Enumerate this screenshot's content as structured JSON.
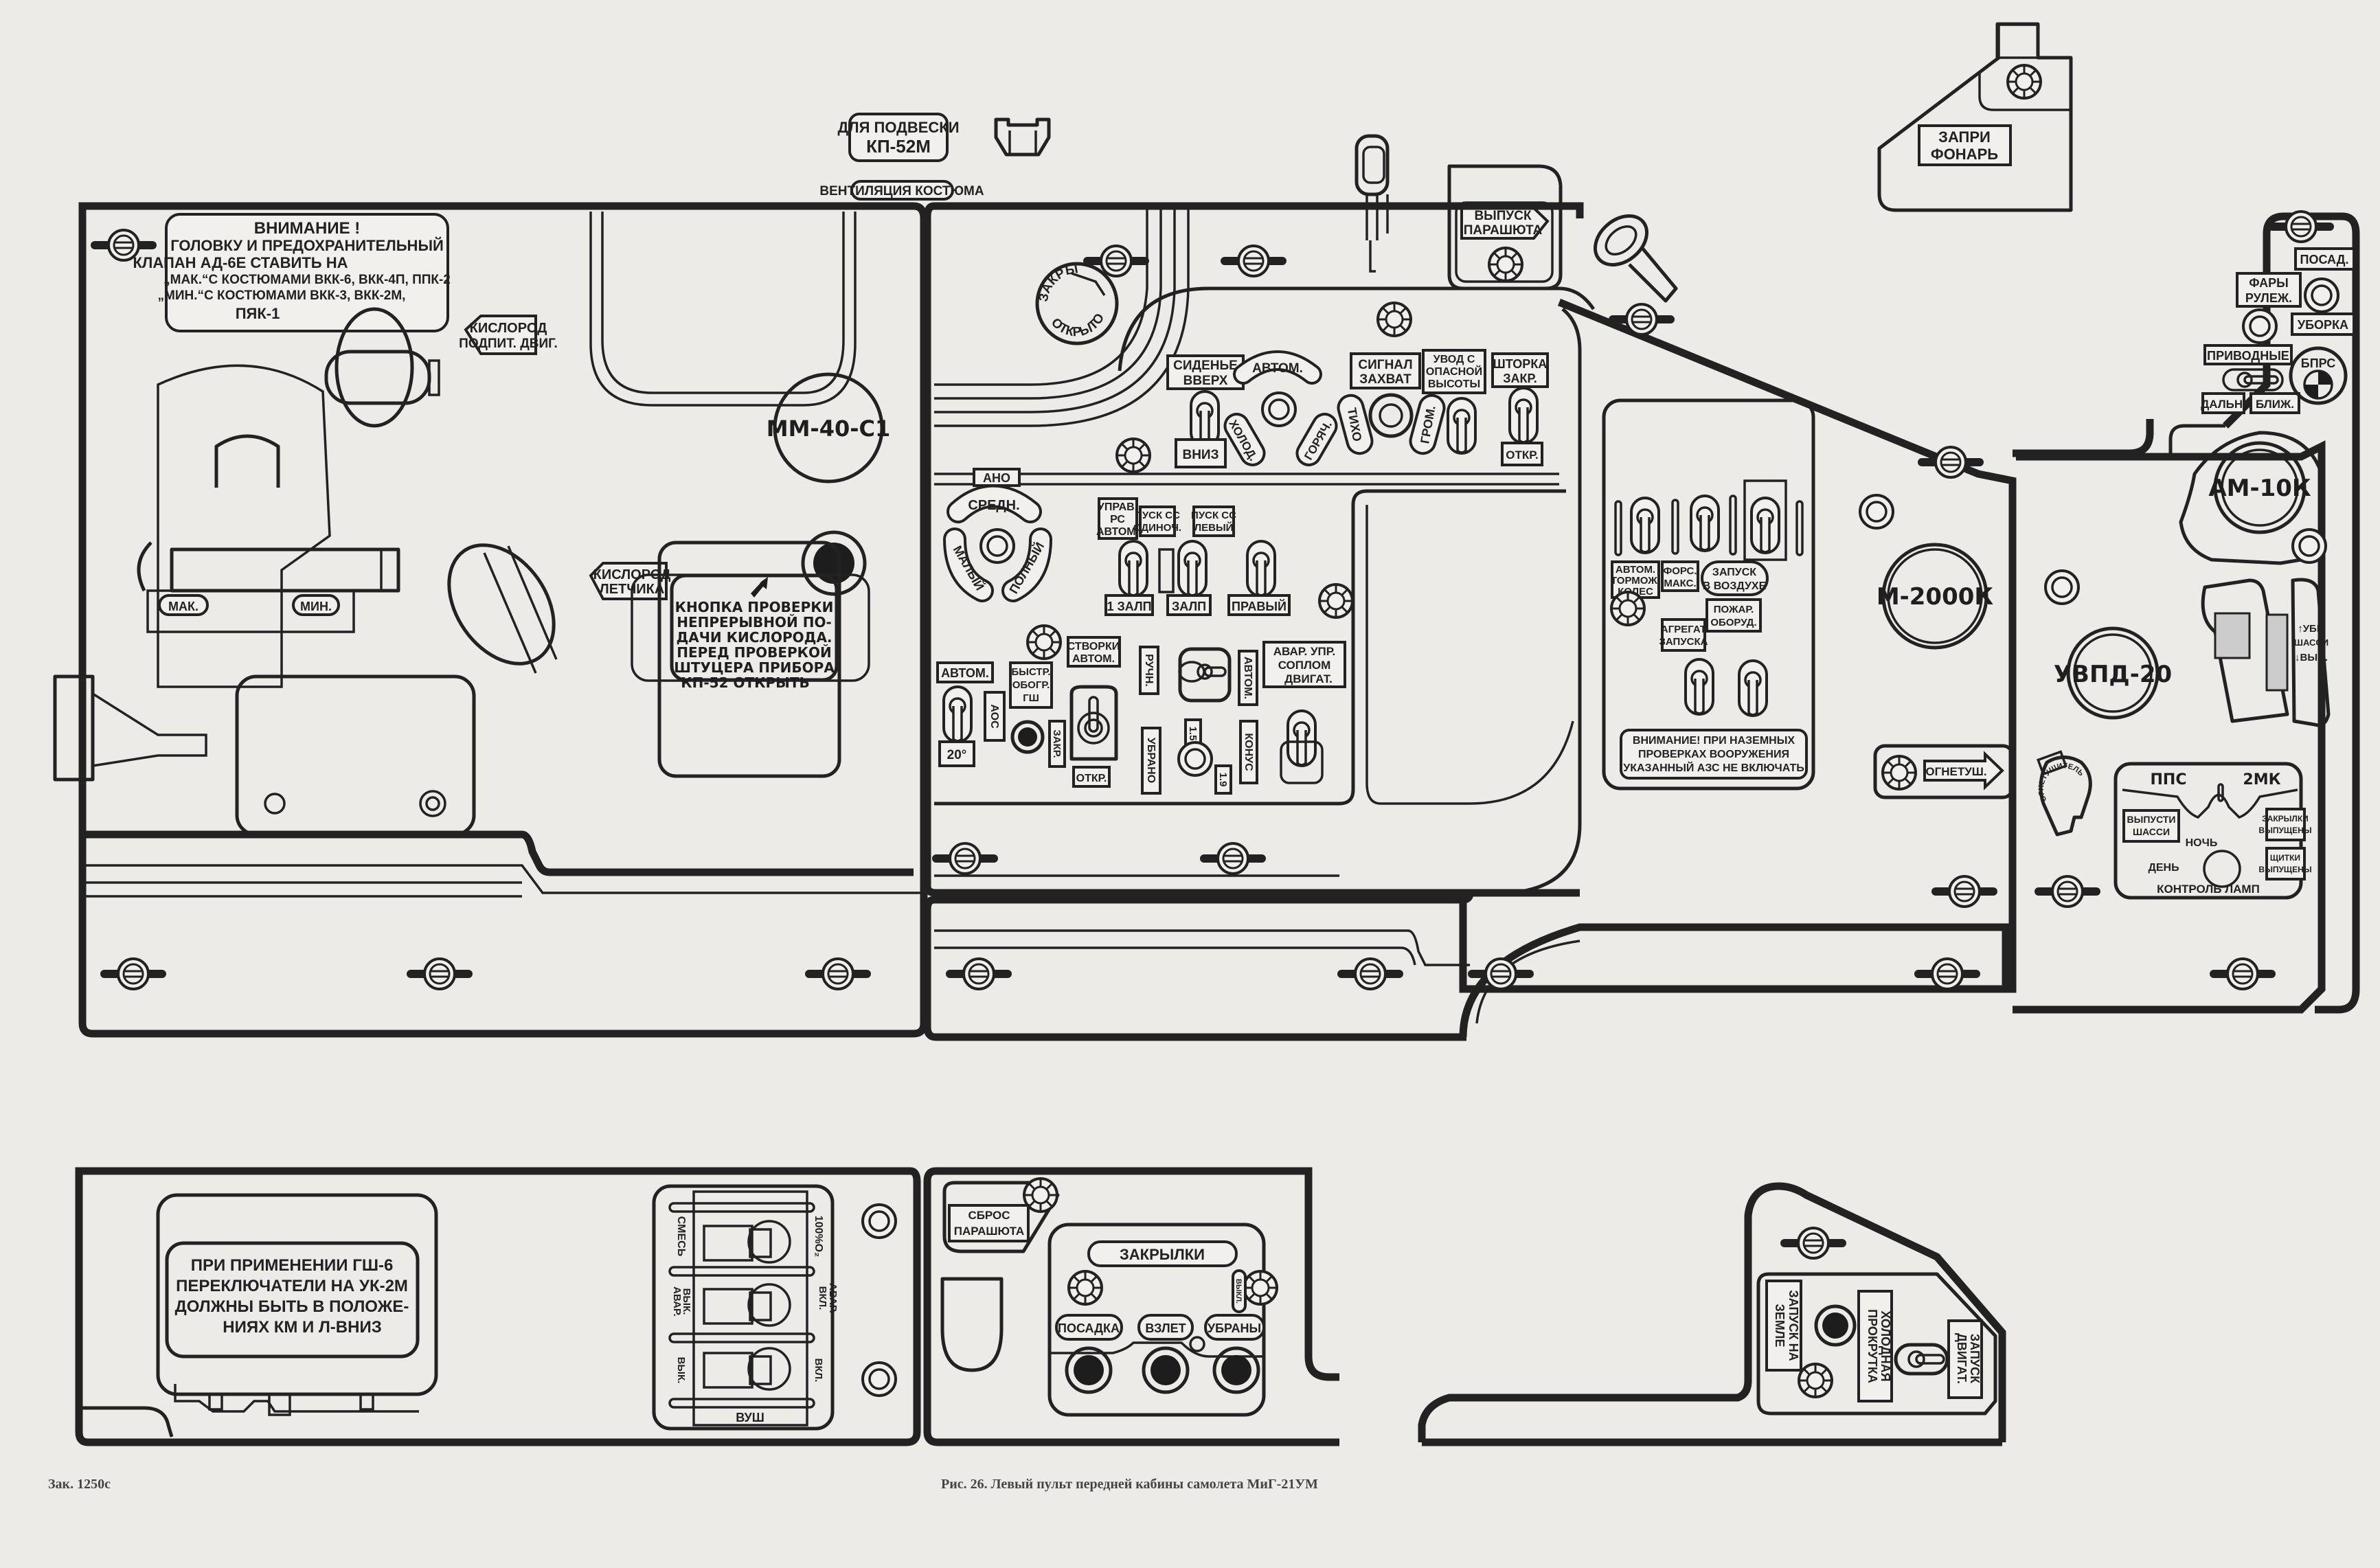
{
  "caption": {
    "figure": "Рис. 26. Левый пульт передней кабины самолета МиГ-21УМ",
    "order": "Зак. 1250с"
  },
  "top_labels": {
    "kp_mount": [
      "ДЛЯ ПОДВЕСКИ",
      "КП-52М"
    ],
    "suit_vent": "ВЕНТИЛЯЦИЯ КОСТЮМА",
    "canopy_lock": [
      "ЗАПРИ",
      "ФОНАРЬ"
    ],
    "chute_release": [
      "ВЫПУСК",
      "ПАРАШЮТА"
    ]
  },
  "left_panel": {
    "warning": {
      "title": "ВНИМАНИЕ !",
      "lines": [
        "ГОЛОВКУ И ПРЕДОХРАНИТЕЛЬНЫЙ",
        "КЛАПАН АД-6Е СТАВИТЬ НА",
        "„МАК.“С КОСТЮМАМИ ВКК-6, ВКК-4П, ППК-2",
        "„МИН.“С КОСТЮМАМИ ВКК-3, ВКК-2М,",
        "ПЯК-1"
      ]
    },
    "oxygen_engine": [
      "КИСЛОРОД",
      "ПОДПИТ. ДВИГ."
    ],
    "oxygen_pilot": [
      "КИСЛОРОД",
      "ЛЕТЧИКА"
    ],
    "max": "МАК.",
    "min": "МИН.",
    "mm_gauge": "ММ-40-С1",
    "kp_check": [
      "КНОПКА ПРОВЕРКИ",
      "НЕПРЕРЫВНОЙ ПО-",
      "ДАЧИ КИСЛОРОДА.",
      "ПЕРЕД ПРОВЕРКОЙ",
      "ШТУЦЕРА ПРИБОРА",
      "КП-52 ОТКРЫТЬ"
    ]
  },
  "center_panel": {
    "valve_closed": "ЗАКРЫТО",
    "valve_open": "ОТКРЫТО",
    "seat_up": [
      "СИДЕНЬЕ",
      "ВВЕРХ"
    ],
    "seat_down": "ВНИЗ",
    "auto": "АВТОМ.",
    "cold": "ХОЛОД.",
    "hot": "ГОРЯЧ.",
    "quiet": "ТИХО",
    "loud": "ГРОМ.",
    "signal_capture": [
      "СИГНАЛ",
      "ЗАХВАТ"
    ],
    "escape_alt": [
      "УВОД С",
      "ОПАСНОЙ",
      "ВЫСОТЫ"
    ],
    "shutter_closed": [
      "ШТОРКА",
      "ЗАКР."
    ],
    "shutter_open": "ОТКР.",
    "ano": "АНО",
    "ano_mid": "СРЕДН.",
    "ano_low": "МАЛЫЙ",
    "ano_full": "ПОЛНЫЙ",
    "rs_auto": [
      "УПРАВ.",
      "РС",
      "АВТОМ."
    ],
    "ss_single": [
      "ПУСК СС",
      "ОДИНОЧ."
    ],
    "ss_left": [
      "ПУСК СС",
      "ЛЕВЫЙ"
    ],
    "salvo1": "1 ЗАЛП",
    "salvo": "ЗАЛП",
    "right": "ПРАВЫЙ",
    "flaps_auto": [
      "СТВОРКИ",
      "АВТОМ."
    ],
    "manual": "РУЧН.",
    "auto2": "АВТОМ.",
    "nozzle_emerg": [
      "АВАР. УПР.",
      "СОПЛОМ",
      "ДВИГАТ."
    ],
    "auto3": "АВТОМ.",
    "aos": "АОС",
    "heat": [
      "БЫСТР.",
      "ОБОГР.",
      "ГШ"
    ],
    "deg20": "20°",
    "closed": "ЗАКР.",
    "opened": "ОТКР.",
    "retracted": "УБРАНО",
    "v15": "1.5",
    "v19": "1.9",
    "cone": "КОНУС"
  },
  "right_panel": {
    "brake": [
      "АВТОМ.",
      "ТОРМОЖ.",
      "КОЛЕС"
    ],
    "afterburner": [
      "ФОРС.",
      "МАКС."
    ],
    "air_start": [
      "ЗАПУСК",
      "В ВОЗДУХЕ"
    ],
    "fire_eq": [
      "ПОЖАР.",
      "ОБОРУД."
    ],
    "start_unit": [
      "АГРЕГАТ",
      "ЗАПУСКА"
    ],
    "warning": [
      "ВНИМАНИЕ! ПРИ НАЗЕМНЫХ",
      "ПРОВЕРКАХ ВООРУЖЕНИЯ",
      "УКАЗАННЫЙ АЗС НЕ ВКЛЮЧАТЬ"
    ],
    "m2000": "М-2000К",
    "extinguisher": "ОГНЕТУШ.",
    "extinguisher_label": "ОГНЕТУШИТЕЛЬ",
    "am10k": "АМ-10К",
    "uvpd": "УВПД-20",
    "gear": [
      "↑УБР.",
      "ШАССИ",
      "↓ВЫП."
    ],
    "landing": "ПОСАД.",
    "taxi_lights": [
      "ФАРЫ",
      "РУЛЕЖ."
    ],
    "retract": "УБОРКА",
    "homing": "ПРИВОДНЫЕ",
    "far": "ДАЛЬН.",
    "near": "БЛИЖ.",
    "bprs": "БПРС",
    "pps": "ППС",
    "mk2": "2МК",
    "gear_down": [
      "ВЫПУСТИ",
      "ШАССИ"
    ],
    "flaps_down": [
      "ЗАКРЫЛКИ",
      "ВЫПУЩЕНЫ"
    ],
    "shields_down": [
      "ЩИТКИ",
      "ВЫПУЩЕНЫ"
    ],
    "night": "НОЧЬ",
    "day": "ДЕНЬ",
    "lamp_test": "КОНТРОЛЬ ЛАМП"
  },
  "bottom_left": {
    "gsh_note": [
      "ПРИ ПРИМЕНЕНИИ ГШ-6",
      "ПЕРЕКЛЮЧАТЕЛИ НА УК-2М",
      "ДОЛЖНЫ БЫТЬ В ПОЛОЖЕ-",
      "НИЯХ КМ И Л-ВНИЗ"
    ],
    "mix": "СМЕСЬ",
    "o2": "100%O₂",
    "off_emerg": [
      "ВЫК.",
      "АВАР."
    ],
    "on_emerg": [
      "АВАР.",
      "ВКЛ."
    ],
    "off": "ВЫК.",
    "on": "ВКЛ.",
    "vush": "ВУШ"
  },
  "bottom_mid": {
    "chute_drop": [
      "СБРОС",
      "ПАРАШЮТА"
    ],
    "flaps": "ЗАКРЫЛКИ",
    "landing": "ПОСАДКА",
    "takeoff": "ВЗЛЕТ",
    "retracted": "УБРАНЫ",
    "off": "ВЫКЛ."
  },
  "bottom_right": {
    "ground_start": [
      "ЗАПУСК НА",
      "ЗЕМЛЕ"
    ],
    "cold_crank": [
      "ХОЛОДНАЯ",
      "ПРОКРУТКА"
    ],
    "engine_start": [
      "ЗАПУСК",
      "ДВИГАТ."
    ]
  }
}
